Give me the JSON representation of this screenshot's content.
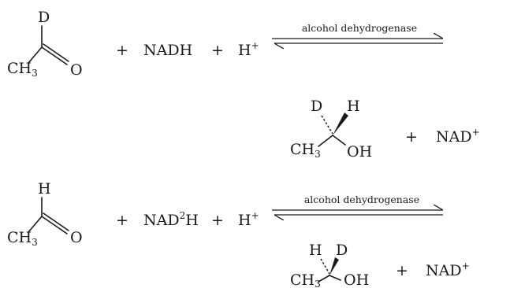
{
  "enzyme_label": "alcohol dehydrogenase",
  "plus": "+",
  "atoms": {
    "D": "D",
    "H": "H",
    "CH": "CH",
    "sub3": "3",
    "O": "O",
    "OH": "OH"
  },
  "cofactors": {
    "NADH": "NADH",
    "NAD2H_prefix": "NAD",
    "NAD2H_sup": "2",
    "NAD2H_suffix": "H",
    "NAD_plus_base": "NAD",
    "NAD_plus_sup": "+"
  },
  "proton": {
    "base": "H",
    "sup": "+"
  }
}
